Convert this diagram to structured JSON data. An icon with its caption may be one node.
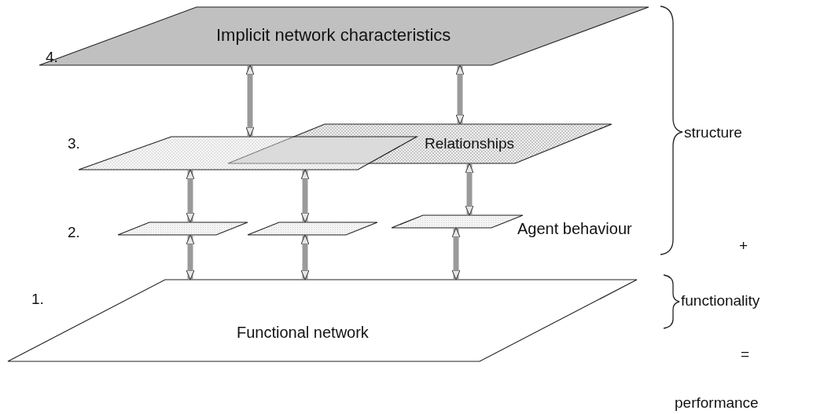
{
  "diagram": {
    "nodes": [
      {
        "text": [
          "Implicit network characteristics"
        ]
      },
      {
        "text": [],
        "shape": "parallelogram"
      },
      {
        "text": [
          "Relationships"
        ]
      },
      {
        "text": [],
        "shape": "parallelogram"
      },
      {
        "text": [],
        "shape": "parallelogram"
      },
      {
        "text": [
          "Agent behaviour"
        ]
      },
      {
        "text": [
          "Functional network"
        ]
      }
    ],
    "edges": [
      {
        "from": 0,
        "to": 1,
        "arrow": "both"
      },
      {
        "from": 0,
        "to": 2,
        "arrow": "both"
      },
      {
        "from": 1,
        "to": 3,
        "arrow": "both"
      },
      {
        "from": 1,
        "to": 4,
        "arrow": "both"
      },
      {
        "from": 2,
        "to": 5,
        "arrow": "both"
      },
      {
        "from": 3,
        "to": 6,
        "arrow": "both"
      },
      {
        "from": 4,
        "to": 6,
        "arrow": "both"
      },
      {
        "from": 5,
        "to": 6,
        "arrow": "both"
      }
    ],
    "labels": [
      "4.",
      "3.",
      "2.",
      "1.",
      "structure",
      "+",
      "functionality",
      "=",
      "performance"
    ]
  }
}
